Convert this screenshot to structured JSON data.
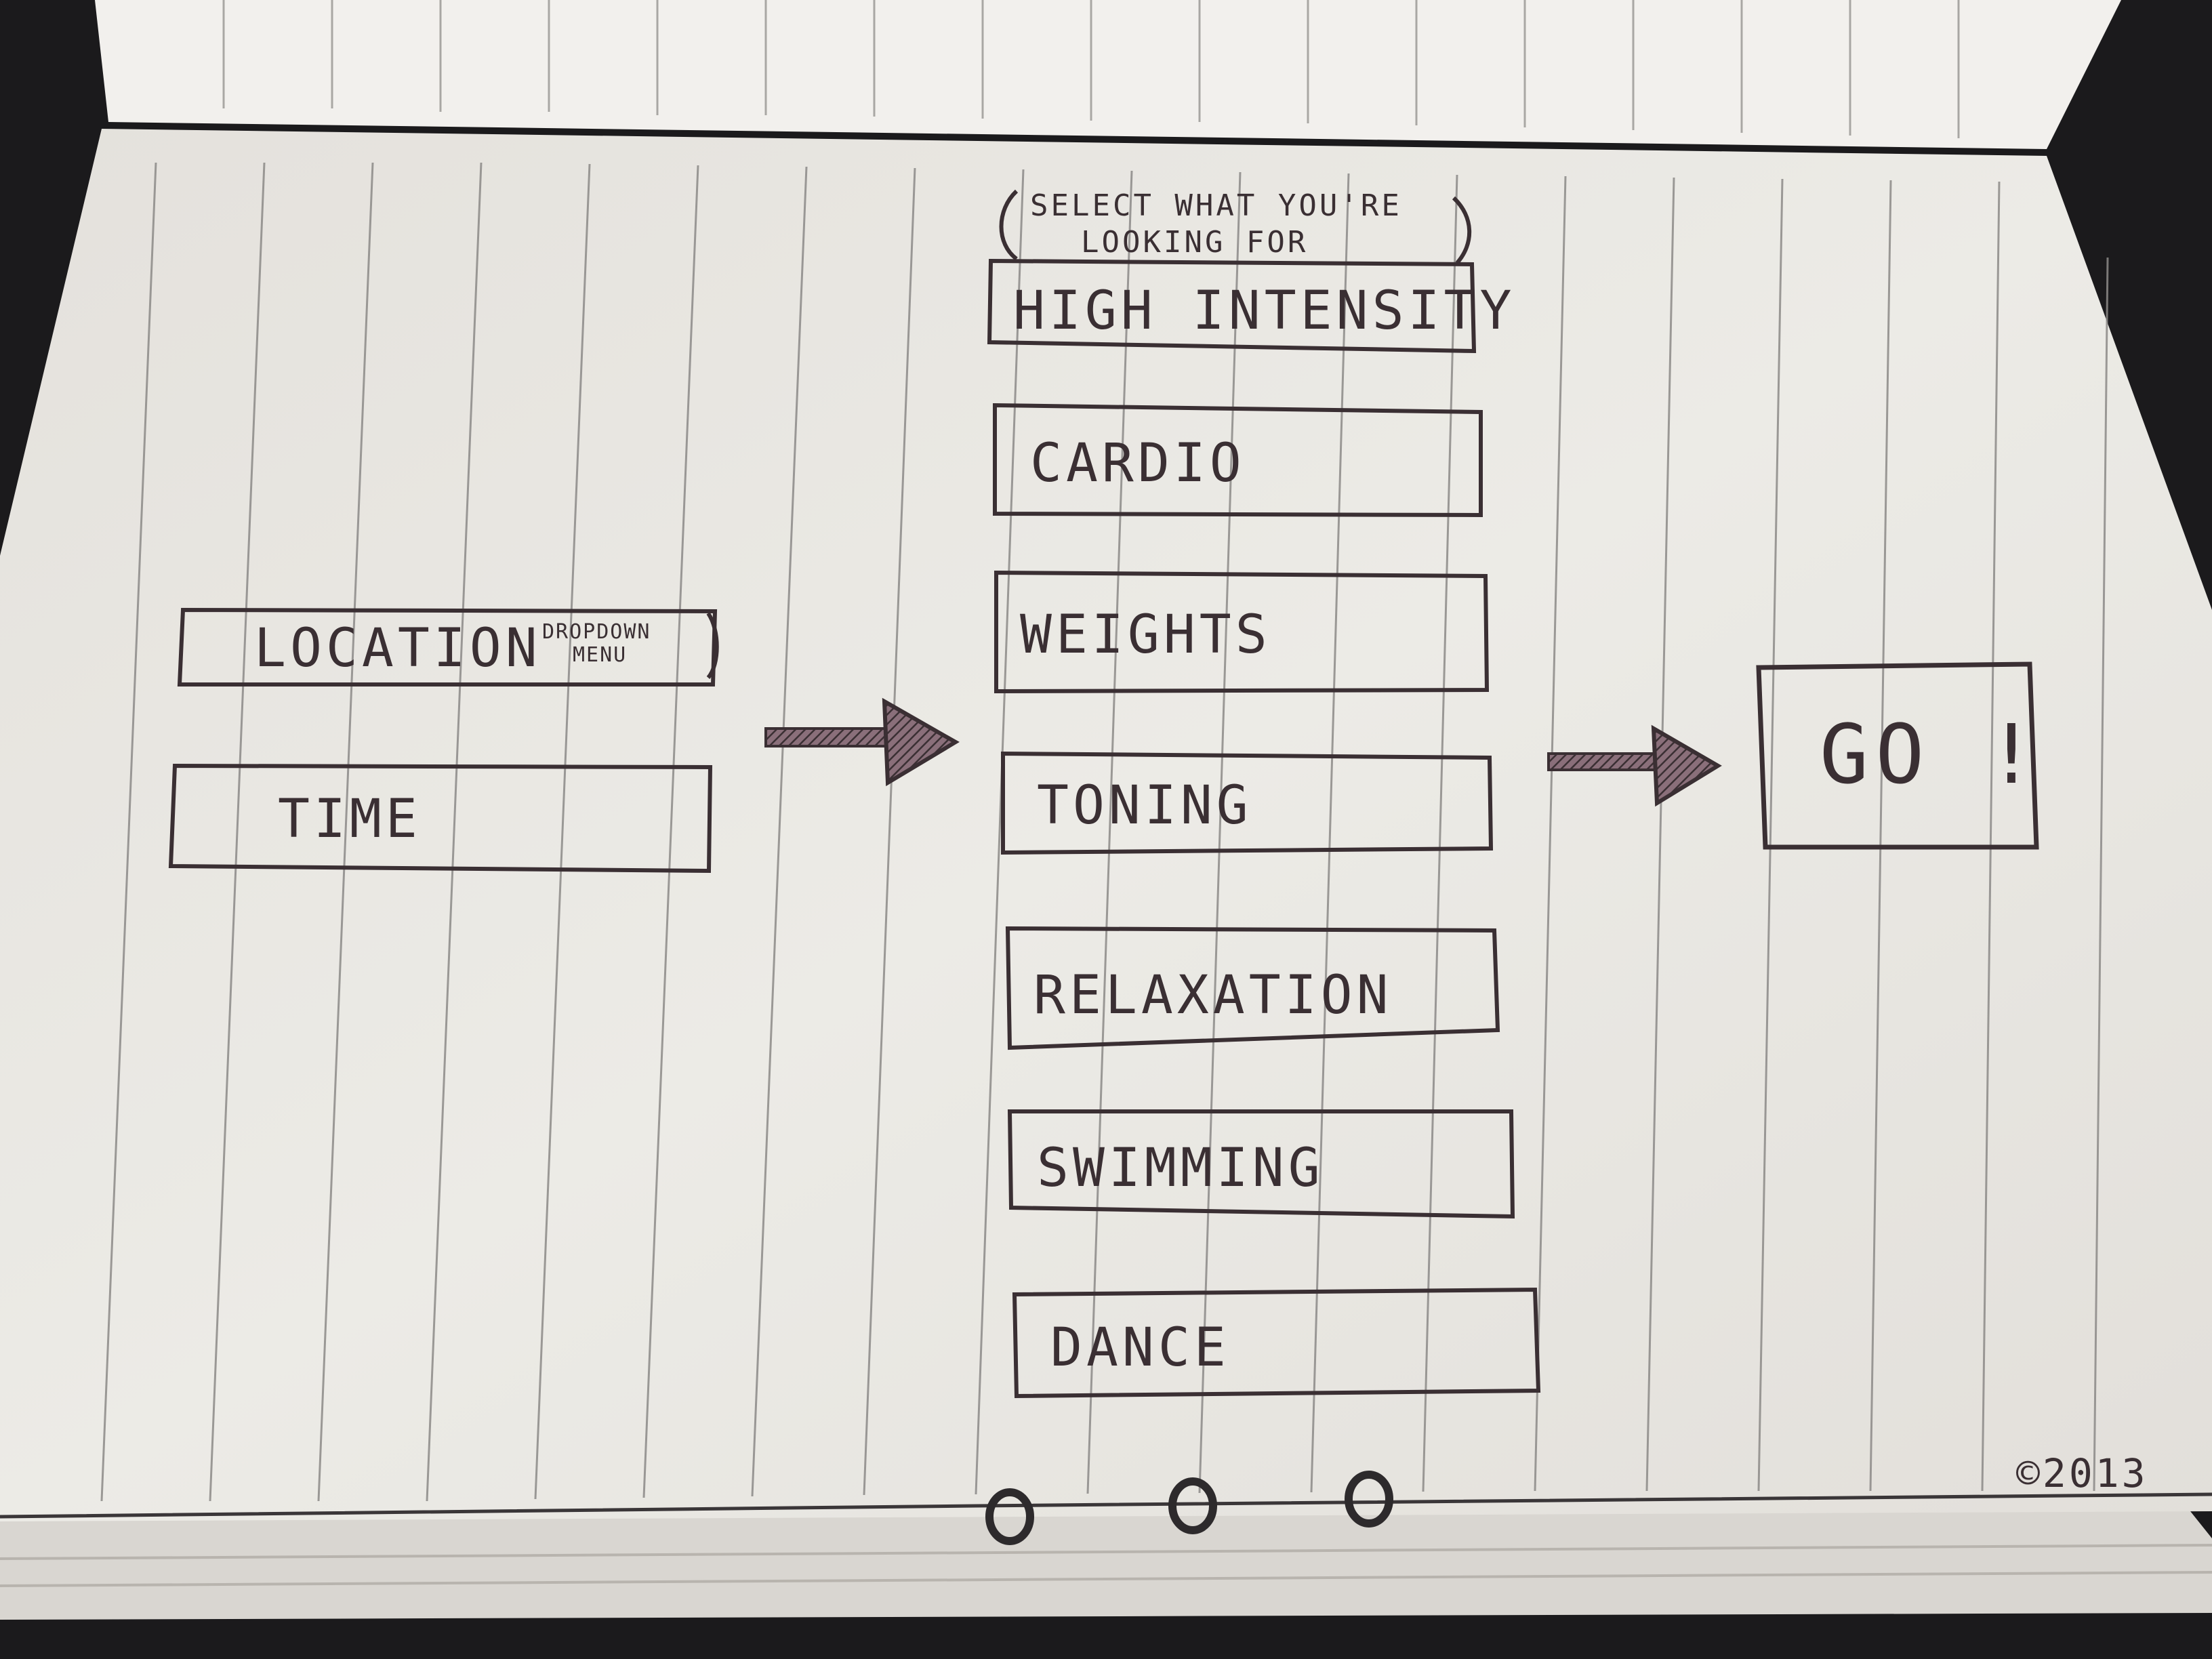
{
  "colors": {
    "desk": "#1b1a1c",
    "paper": "#ebe9e4",
    "paper_top": "#f2f0ed",
    "ink": "#3a2f33",
    "rule": "#8c8a88",
    "arrow_fill": "#6b4a58"
  },
  "sketch": {
    "location_field": "LOCATION",
    "location_note_line1": "DROPDOWN",
    "location_note_line2": "MENU",
    "time_field": "TIME",
    "instruction_line1": "SELECT WHAT YOU'RE",
    "instruction_line2": "LOOKING FOR",
    "activities": [
      "HIGH INTENSITY",
      "CARDIO",
      "WEIGHTS",
      "TONING",
      "RELAXATION",
      "SWIMMING",
      "DANCE"
    ],
    "go_button": "GO !",
    "copyright": "©2013"
  },
  "icons": {
    "arrow": "right-arrow-icon",
    "ring": "binder-ring-icon"
  }
}
